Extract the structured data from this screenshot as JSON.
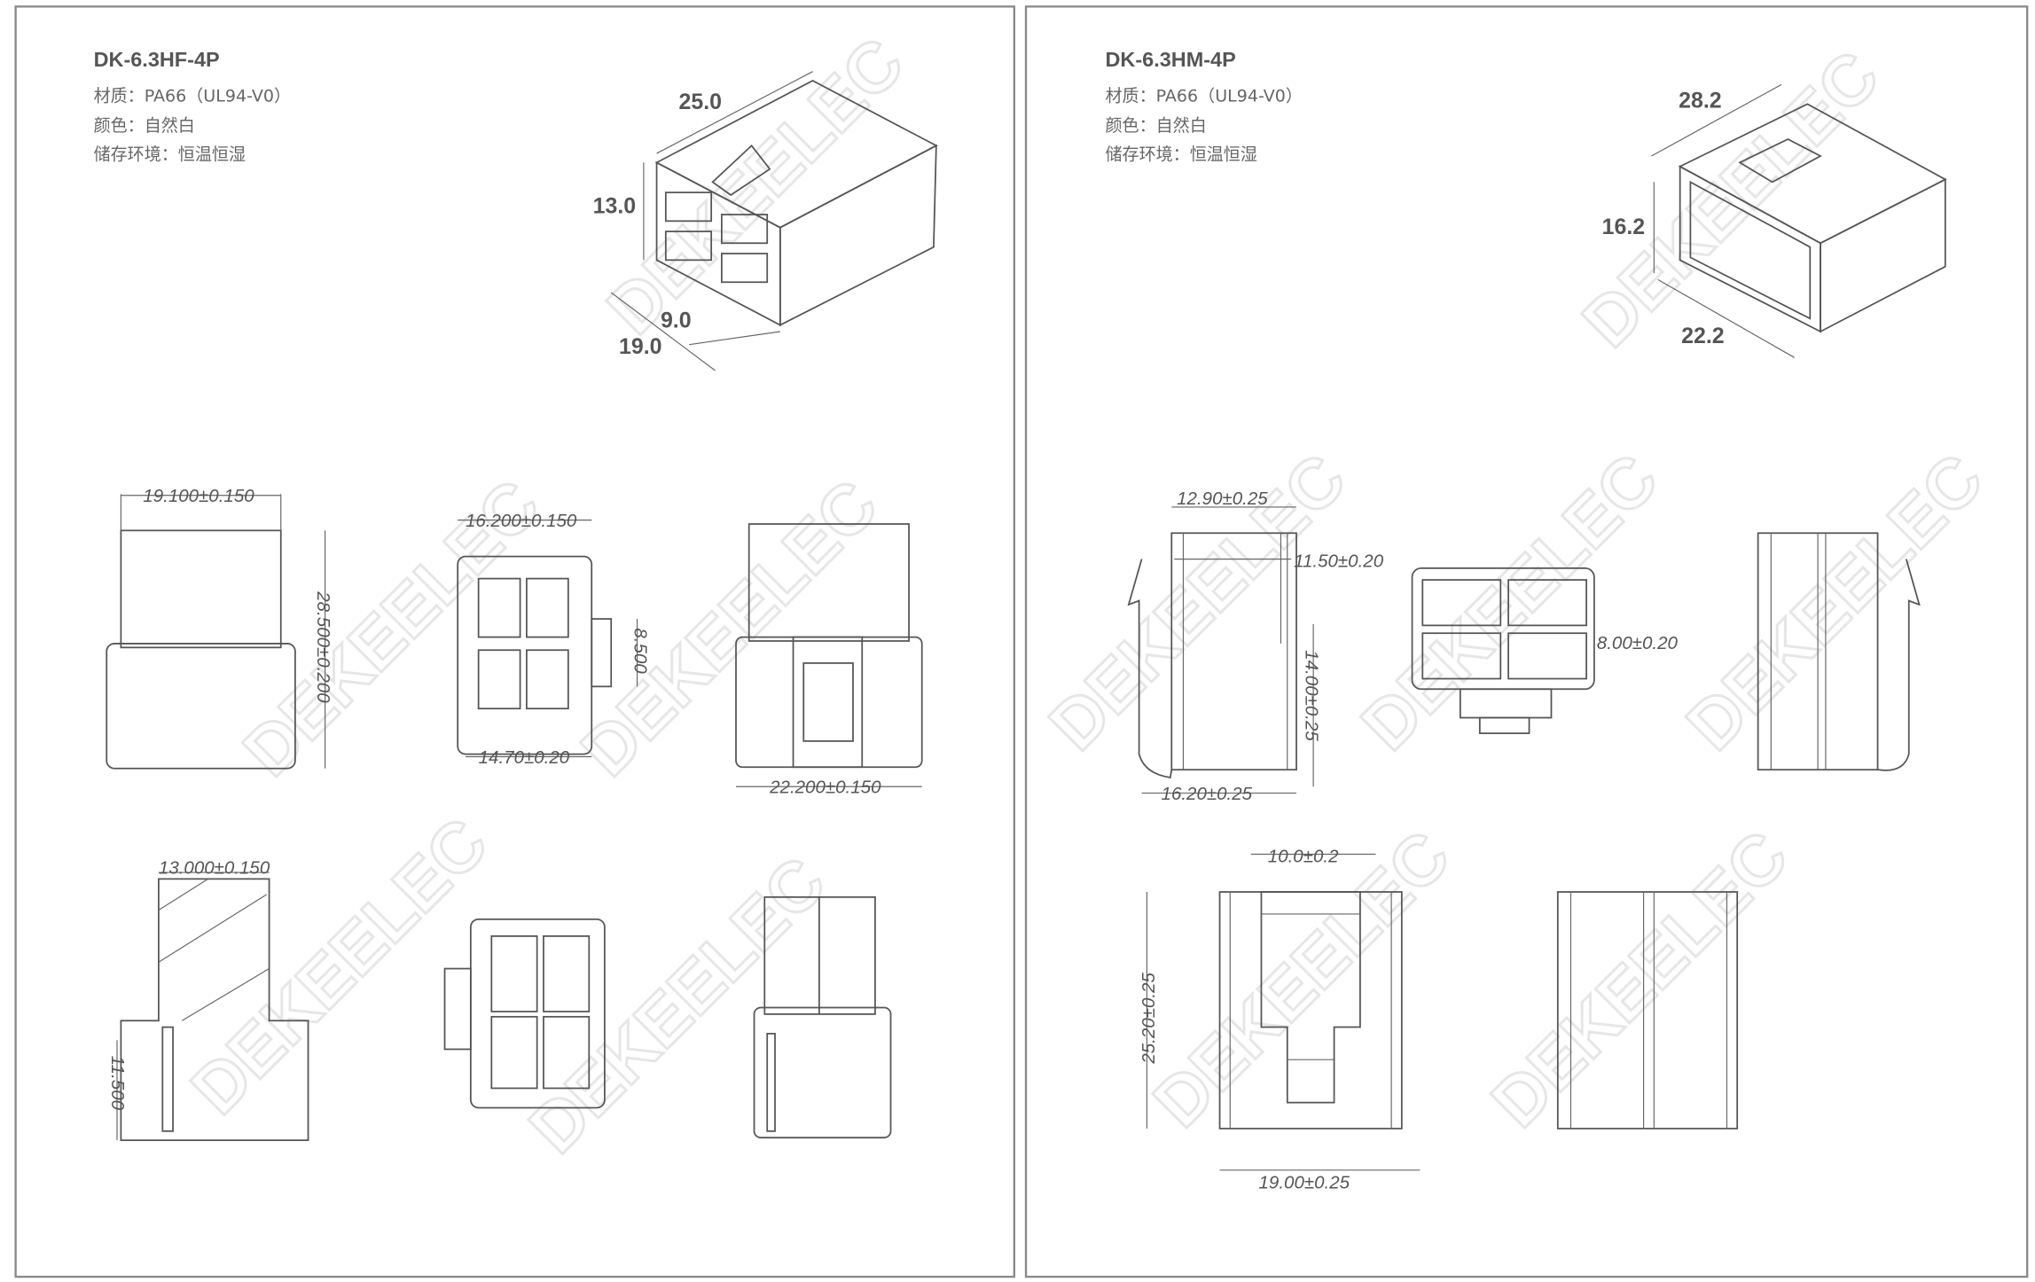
{
  "watermark": "DEKEELEC",
  "left_part": {
    "model": "DK-6.3HF-4P",
    "material": "材质：PA66（UL94-V0）",
    "color": "颜色：自然白",
    "storage": "储存环境：恒温恒湿",
    "iso_dims": {
      "length": "25.0",
      "height": "13.0",
      "pitch": "9.0",
      "width": "19.0"
    },
    "dims": {
      "top_width": "19.100±0.150",
      "height": "28.500±0.200",
      "face_width": "16.200±0.150",
      "latch": "8.500",
      "face_inner": "14.70±0.20",
      "side_width": "22.200±0.150",
      "section_width": "13.000±0.150",
      "section_height": "11.500"
    }
  },
  "right_part": {
    "model": "DK-6.3HM-4P",
    "material": "材质：PA66（UL94-V0）",
    "color": "颜色：自然白",
    "storage": "储存环境：恒温恒湿",
    "iso_dims": {
      "length": "28.2",
      "height": "16.2",
      "width": "22.2"
    },
    "dims": {
      "top_width": "12.90±0.25",
      "inner": "11.50±0.20",
      "height": "14.00±0.25",
      "bottom_width": "16.20±0.25",
      "cavity": "8.00±0.20",
      "slot": "10.0±0.2",
      "body_height": "25.20±0.25",
      "body_width": "19.00±0.25"
    }
  }
}
